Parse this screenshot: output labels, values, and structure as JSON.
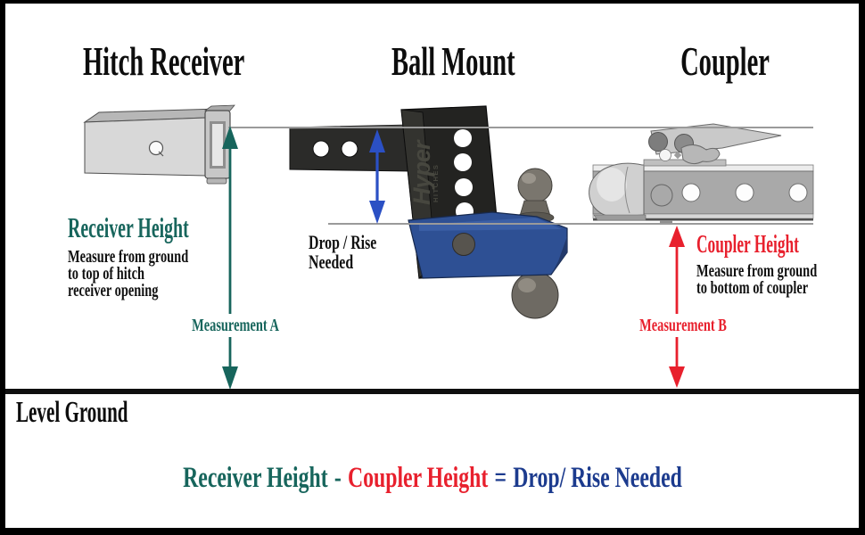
{
  "headers": {
    "receiver": "Hitch Receiver",
    "ball_mount": "Ball Mount",
    "coupler": "Coupler"
  },
  "receiver_section": {
    "title": "Receiver Height",
    "desc": [
      "Measure from ground",
      "to top of hitch",
      "receiver opening"
    ],
    "measurement": "Measurement A"
  },
  "drop_rise": {
    "line1": "Drop / Rise",
    "line2": "Needed"
  },
  "coupler_section": {
    "title": "Coupler Height",
    "desc": [
      "Measure from ground",
      "to bottom of coupler"
    ],
    "measurement": "Measurement B"
  },
  "ground_label": "Level Ground",
  "formula": {
    "receiver": "Receiver Height",
    "minus": "-",
    "coupler": "Coupler Height",
    "equals": "=",
    "result": "Drop/ Rise Needed"
  },
  "brand": {
    "name": "Hyper",
    "sub": "HITCHES"
  },
  "colors": {
    "teal": "#17655c",
    "red": "#e8202d",
    "navy": "#1c3b8e",
    "arrow-blue": "#2b50c4",
    "line-gray": "#9a9a9a"
  }
}
